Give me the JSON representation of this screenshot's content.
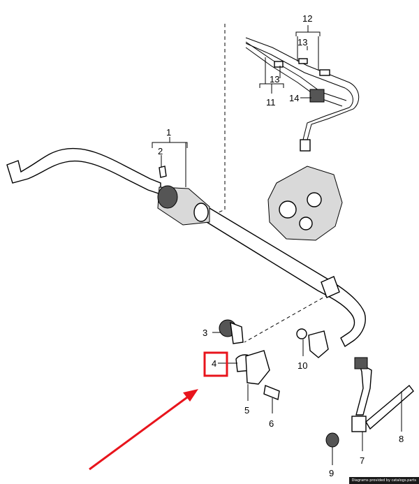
{
  "callouts": {
    "c1": "1",
    "c2": "2",
    "c3": "3",
    "c4": "4",
    "c5": "5",
    "c6": "6",
    "c7": "7",
    "c8": "8",
    "c9": "9",
    "c10": "10",
    "c11": "11",
    "c12": "12",
    "c13a": "13",
    "c13b": "13",
    "c14": "14"
  },
  "highlight": {
    "box_color": "#e8141c",
    "arrow_color": "#e8141c",
    "target_callout": "4"
  },
  "credit": "Diagrams provided by catalogs.parts"
}
